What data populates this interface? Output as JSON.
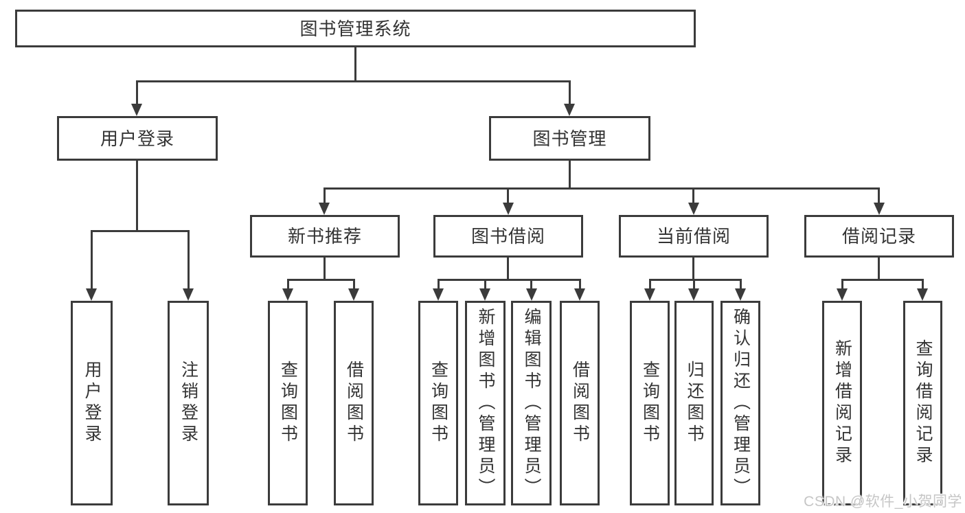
{
  "diagram": {
    "root": {
      "label": "图书管理系统",
      "children": [
        {
          "label": "用户登录",
          "children": [
            {
              "label": "用户登录"
            },
            {
              "label": "注销登录"
            }
          ]
        },
        {
          "label": "图书管理",
          "children": [
            {
              "label": "新书推荐",
              "children": [
                {
                  "label": "查询图书"
                },
                {
                  "label": "借阅图书"
                }
              ]
            },
            {
              "label": "图书借阅",
              "children": [
                {
                  "label": "查询图书"
                },
                {
                  "label": "新增图书（管理员）"
                },
                {
                  "label": "编辑图书（管理员）"
                },
                {
                  "label": "借阅图书"
                }
              ]
            },
            {
              "label": "当前借阅",
              "children": [
                {
                  "label": "查询图书"
                },
                {
                  "label": "归还图书"
                },
                {
                  "label": "确认归还（管理员）"
                }
              ]
            },
            {
              "label": "借阅记录",
              "children": [
                {
                  "label": "新增借阅记录"
                },
                {
                  "label": "查询借阅记录"
                }
              ]
            }
          ]
        }
      ]
    },
    "watermark": "CSDN @软件_小贺同学",
    "colors": {
      "line": "#3b3b3b",
      "text": "#333333",
      "watermark": "#c6c6c6",
      "background": "#ffffff"
    }
  }
}
